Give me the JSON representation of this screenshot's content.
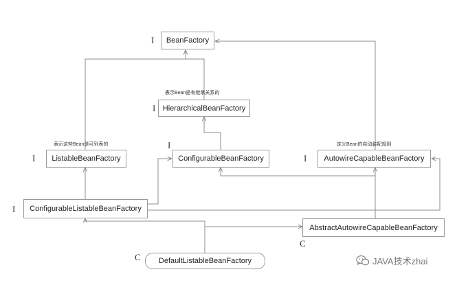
{
  "colors": {
    "line": "#8c8c8c",
    "border": "#9a9a9a",
    "text": "#222222",
    "watermark": "#7a7a7a"
  },
  "nodes": {
    "bean_factory": {
      "label": "BeanFactory",
      "marker": "I"
    },
    "hierarchical": {
      "label": "HierarchicalBeanFactory",
      "marker": "I"
    },
    "listable": {
      "label": "ListableBeanFactory",
      "marker": "I"
    },
    "configurable": {
      "label": "ConfigurableBeanFactory",
      "marker": "I"
    },
    "autowire_capable": {
      "label": "AutowireCapableBeanFactory",
      "marker": "I"
    },
    "configurable_listable": {
      "label": "ConfigurableListableBeanFactory",
      "marker": "I"
    },
    "abstract_autowire": {
      "label": "AbstractAutowireCapableBeanFactory",
      "marker": "C"
    },
    "default_listable": {
      "label": "DefaultListableBeanFactory",
      "marker": "C"
    }
  },
  "notes": {
    "hierarchical": "表示Bean是有继承关系的",
    "listable": "表示这些Bean是可列表的",
    "autowire": "定义Bean的自动装配规则"
  },
  "watermark": {
    "icon": "wechat-icon",
    "text": "JAVA技术zhai"
  }
}
